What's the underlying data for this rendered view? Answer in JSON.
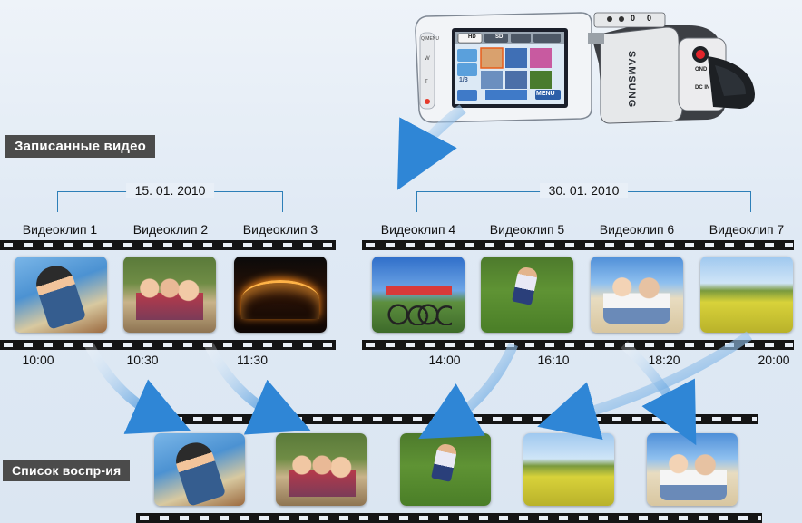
{
  "recorded_label": "Записанные видео",
  "playlist_label": "Список воспр-ия",
  "dates": [
    "15. 01. 2010",
    "30. 01. 2010"
  ],
  "clips": [
    {
      "label": "Видеоклип 1",
      "time": "10:00"
    },
    {
      "label": "Видеоклип 2",
      "time": "10:30"
    },
    {
      "label": "Видеоклип 3",
      "time": "11:30"
    },
    {
      "label": "Видеоклип 4",
      "time": "14:00"
    },
    {
      "label": "Видеоклип 5",
      "time": "16:10"
    },
    {
      "label": "Видеоклип 6",
      "time": "18:20"
    },
    {
      "label": "Видеоклип 7",
      "time": "20:00"
    }
  ],
  "camera": {
    "brand": "SAMSUNG",
    "tabs": [
      "HD",
      "SD",
      "",
      ""
    ],
    "page": "1/3",
    "menu_label": "MENU",
    "side_buttons": [
      "Q.MENU",
      "W",
      "T"
    ],
    "body_labels": [
      "0",
      "0",
      "OND",
      "DC IN"
    ]
  },
  "colors": {
    "accent": "#2d7fb8",
    "arrow": "#3a8fd9",
    "label_bg": "#4b4b4b",
    "film": "#151515"
  }
}
